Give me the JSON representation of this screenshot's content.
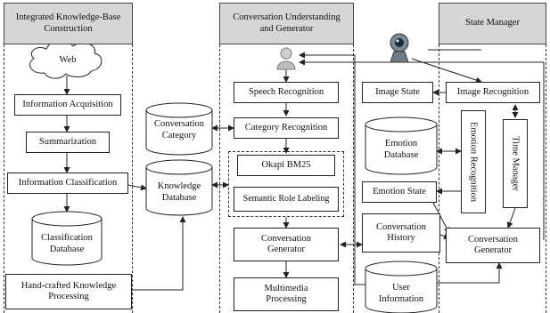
{
  "columns": {
    "kb": "Integrated Knowledge-Base\nConstruction",
    "cu": "Conversation Understanding\nand Generator",
    "sm": "State Manager"
  },
  "kb": {
    "web": "Web",
    "acquisition": "Information Acquisition",
    "summarization": "Summarization",
    "classification": "Information Classification",
    "classification_db": "Classification\nDatabase",
    "handcrafted": "Hand-crafted Knowledge\nProcessing"
  },
  "databases": {
    "conversation_category": "Conversation\nCategory",
    "knowledge": "Knowledge\nDatabase",
    "emotion": "Emotion\nDatabase",
    "user_information": "User\nInformation"
  },
  "cu": {
    "speech": "Speech Recognition",
    "category": "Category Recognition",
    "okapi": "Okapi BM25",
    "srl": "Semantic Role Labeling",
    "generator": "Conversation\nGenerator",
    "multimedia": "Multimedia\nProcessing"
  },
  "sm": {
    "image_state": "Image State",
    "image_recognition": "Image Recognition",
    "emotion_recognition": "Emotion Recognition",
    "time_manager": "Time Manager",
    "emotion_state": "Emotion State",
    "conversation_history": "Conversation\nHistory",
    "generator": "Conversation\nGenerator"
  },
  "icons": {
    "user": "user-icon",
    "camera": "webcam-icon",
    "cloud": "cloud-icon"
  }
}
